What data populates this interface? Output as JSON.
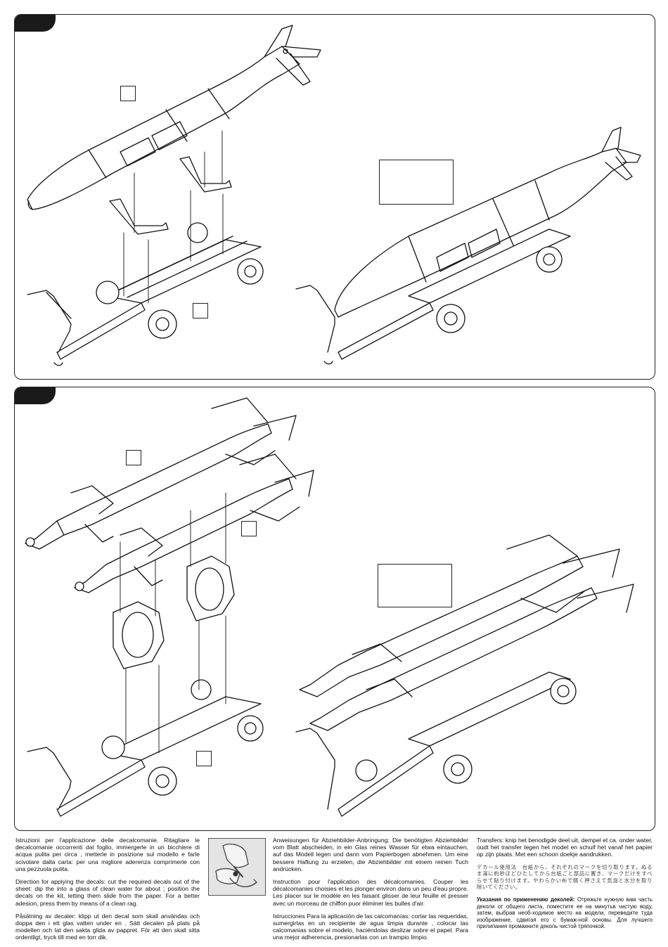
{
  "steps": [
    {
      "id": "step-1",
      "label": ""
    },
    {
      "id": "step-2",
      "label": ""
    }
  ],
  "instructions": {
    "italian": "Istruzioni per l'applicazione delle decalcomanie. Ritagliare le decalcomanie occorrenti dal foglio, immergerle in un bicchiere di acqua pulita per circa      , metterle in posizione sul modello e farle scivolare dalla carta: per una migliore aderenza comprimerle con una pezzuola pulita.",
    "english": "Direction for applying the decals: cut the required decals out of the sheet: dip the into a glass of clean water for about      ; position the decals on the kit, letting them slide from the paper. For a better adesion, press them by means of a clean rag.",
    "swedish": "Påsätning av decaler: klipp ut den decal som skall användas och doppa den i ett glas vatten under en        . Sätt decalen på plats på modellen och lat den sakta glida av pappret. För att den skall sitta ordentligt, tryck till med en torr dik.",
    "german": "Anweisungen für Abziehbilder-Anbringung: Die benötigten Abziehbilder vom Blatt abscheiden, in ein Glas reines Wasser für etwa        eintauchen, auf das Modell legen und dann vom Papierbogen abnehmen. Um eine bessere Haftung zu erzielen, die Abziehbilder mit einem reinen Tuch andrücken.",
    "french": "Instruction pour l'application des décalcomanies. Couper les décalcomanies choisies et les plonger environ        dans un peu d'eau propre. Les placer sur le modèle en les faisant glisser de leur feuille et presser avec un morceau de chiffon puor éliminer les bulles d'air.",
    "spanish": "Istrucciones Para la aplicación de las calcomanías: cortar las requeridas, sumergirlas en un recipiente de agua limpia durante        , colocar las calcomanias sobre el modelo, haciéndolas deslizar sobre el papel. Para una mejor adherencia, presionarlas con un trampio limpio.",
    "dutch": "Transfers: knip het benodigde deel uit, dempel et ca.        onder water, oudt het transfer tegen het model en schuif het vanaf het papier op zijn plaats. Met een schoon doekje aandrukken.",
    "japanese": "デカール使用法　台紙から、それぞれのマークを切り取ります。ぬるま湯に約秒ほどひたしてから台紙ごと部品に置き、マークだけをすべらせて貼り付けます。やわらかい布で軽く押さえて気泡と水分を取り除いてください。",
    "russian_title": "Указания по применению деколей:",
    "russian": "Отрежьте нужную вам часть деколи от общего листа, поместите ее на        минутьв чистую воду, затем, выбрав необ-ходимое место на модели, переведите туда изображение, сдвигая его с бумаж-ной основы. Для лучшего прилипания промакните деколь чистой тряпочкой."
  }
}
